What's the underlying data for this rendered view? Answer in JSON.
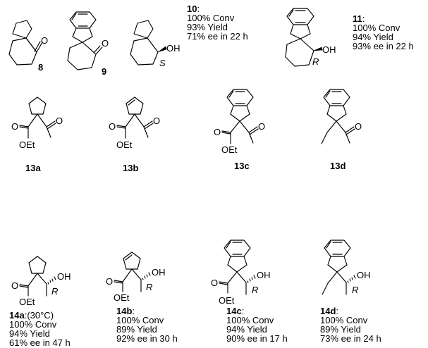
{
  "atoms": {
    "O": "O",
    "OH": "OH",
    "OEt": "OEt",
    "S": "S",
    "R": "R"
  },
  "compounds": {
    "c8": {
      "label": "8"
    },
    "c9": {
      "label": "9"
    },
    "c10": {
      "label": "10",
      "suffix": ":",
      "lines": [
        "100% Conv",
        "93% Yield",
        "71% ee in 22 h"
      ]
    },
    "c11": {
      "label": "11",
      "suffix": ":",
      "lines": [
        "100% Conv",
        "94% Yield",
        "93% ee in 22 h"
      ]
    },
    "c13a": {
      "label": "13a"
    },
    "c13b": {
      "label": "13b"
    },
    "c13c": {
      "label": "13c"
    },
    "c13d": {
      "label": "13d"
    },
    "c14a": {
      "label": "14a",
      "suffix": ":(30°C)",
      "lines": [
        "100% Conv",
        "94% Yield",
        "61% ee in 47 h"
      ]
    },
    "c14b": {
      "label": "14b",
      "suffix": ":",
      "lines": [
        "100% Conv",
        "89% Yield",
        "92% ee in 30 h"
      ]
    },
    "c14c": {
      "label": "14c",
      "suffix": ":",
      "lines": [
        "100% Conv",
        "94% Yield",
        "90% ee in 17 h"
      ]
    },
    "c14d": {
      "label": "14d",
      "suffix": ":",
      "lines": [
        "100% Conv",
        "89% Yield",
        "73% ee in 24 h"
      ]
    }
  }
}
